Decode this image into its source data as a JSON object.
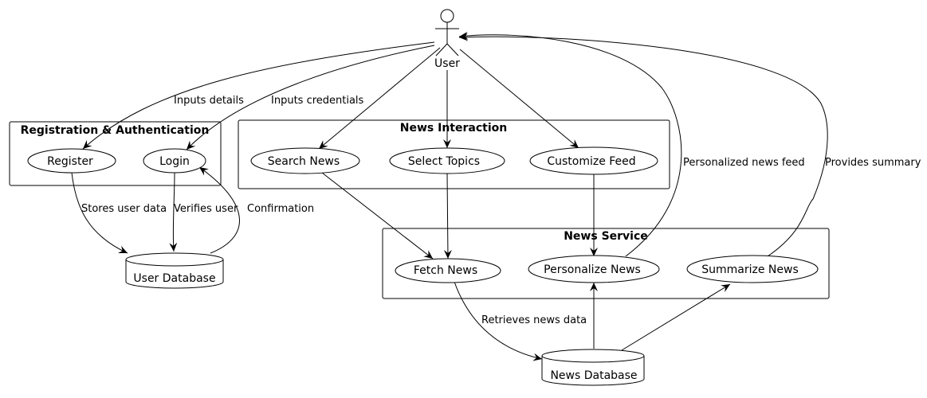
{
  "actor": {
    "label": "User"
  },
  "packages": {
    "auth": {
      "title": "Registration & Authentication"
    },
    "interaction": {
      "title": "News Interaction"
    },
    "service": {
      "title": "News Service"
    }
  },
  "use_cases": {
    "register": "Register",
    "login": "Login",
    "search_news": "Search News",
    "select_topics": "Select Topics",
    "customize_feed": "Customize Feed",
    "fetch_news": "Fetch News",
    "personalize_news": "Personalize News",
    "summarize_news": "Summarize News"
  },
  "databases": {
    "user_db": "User Database",
    "news_db": "News Database"
  },
  "edge_labels": {
    "inputs_details": "Inputs details",
    "inputs_credentials": "Inputs credentials",
    "stores_user_data": "Stores user data",
    "verifies_user": "Verifies user",
    "confirmation": "Confirmation",
    "retrieves_news_data": "Retrieves news data",
    "personalized_news_feed": "Personalized news feed",
    "provides_summary": "Provides summary"
  }
}
